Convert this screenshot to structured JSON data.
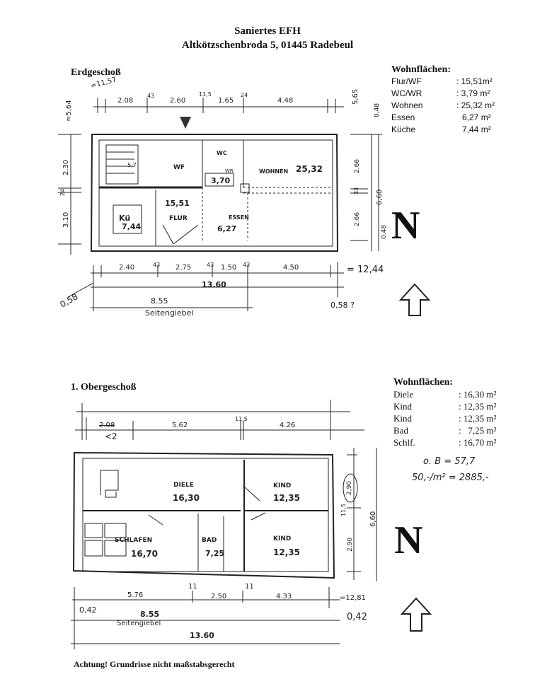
{
  "header": {
    "title": "Saniertes EFH",
    "address": "Altkötzschenbroda 5, 01445 Radebeul"
  },
  "ground_floor": {
    "title": "Erdgeschoß",
    "areas_heading": "Wohnflächen:",
    "areas": [
      {
        "name": "Flur/WF",
        "value": ": 15,51m²"
      },
      {
        "name": "WC/WR",
        "value": ": 3,79 m²"
      },
      {
        "name": "Wohnen",
        "value": ": 25,32 m²"
      },
      {
        "name": "Essen",
        "value": "6,27 m²"
      },
      {
        "name": "Küche",
        "value": "7,44 m²"
      }
    ],
    "top_dims": [
      "=11,57",
      "2.08",
      "43",
      "2.60",
      "11,5",
      "1.65",
      "24",
      "4.48"
    ],
    "left_dims": [
      "≈5,64",
      "2.30",
      "24",
      "3.10"
    ],
    "right_dims": [
      "5,65",
      "0,48",
      "2.66",
      "33",
      "6,60",
      "2.66",
      "0,48"
    ],
    "rooms": {
      "stair": "5,7",
      "wf": "WF",
      "wc": "WC",
      "wr": "WR",
      "wcwr_area": "3,70",
      "wohnen": "WOHNEN",
      "wohnen_area": "25,32",
      "flur_area": "15,51",
      "flur": "FLUR",
      "kue": "Kü",
      "kue_area": "7,44",
      "essen": "ESSEN",
      "essen_area": "6,27"
    },
    "bottom_dims": [
      "2.40",
      "43",
      "2.75",
      "43",
      "1.50",
      "43",
      "4.50"
    ],
    "total": "= 12,44",
    "length": "13.60",
    "gable_offset_left": "0,58",
    "gable_length": "8.55",
    "gable_label": "Seitengiebel",
    "gable_offset_right": "0,58 ?"
  },
  "upper_floor": {
    "title": "1. Obergeschoß",
    "areas_heading": "Wohnflächen:",
    "areas": [
      {
        "name": "Diele",
        "value": ": 16,30 m²"
      },
      {
        "name": "Kind",
        "value": ": 12,35 m²"
      },
      {
        "name": "Kind",
        "value": ": 12,35 m²"
      },
      {
        "name": "Bad",
        "value": ":   7,25 m²"
      },
      {
        "name": "Schlf.",
        "value": ": 16,70 m²"
      }
    ],
    "handwritten": [
      "o. B = 57,7",
      "50,-/m² = 2885,-"
    ],
    "top_dims": [
      "2.08",
      "<2",
      "5.62",
      "11,5",
      "4.26"
    ],
    "rooms": {
      "diele": "DIELE",
      "diele_area": "16,30",
      "kind1": "KIND",
      "kind1_area": "12,35",
      "schlafen": "SCHLAFEN",
      "schlafen_area": "16,70",
      "bad": "BAD",
      "bad_area": "7,25",
      "kind2": "KIND",
      "kind2_area": "12,35"
    },
    "right_dims": [
      "2,90",
      "11,5",
      "2,90",
      "6,60"
    ],
    "bottom_dims": [
      "5.76",
      "11",
      "2.50",
      "11",
      "4.33"
    ],
    "total": "=12,81",
    "gable_offset_left": "0,42",
    "gable_length": "8.55",
    "gable_label": "Seitengiebel",
    "length": "13.60",
    "gable_offset_right": "0,42"
  },
  "north_label": "N",
  "footer": "Achtung! Grundrisse nicht maßstabsgerecht"
}
